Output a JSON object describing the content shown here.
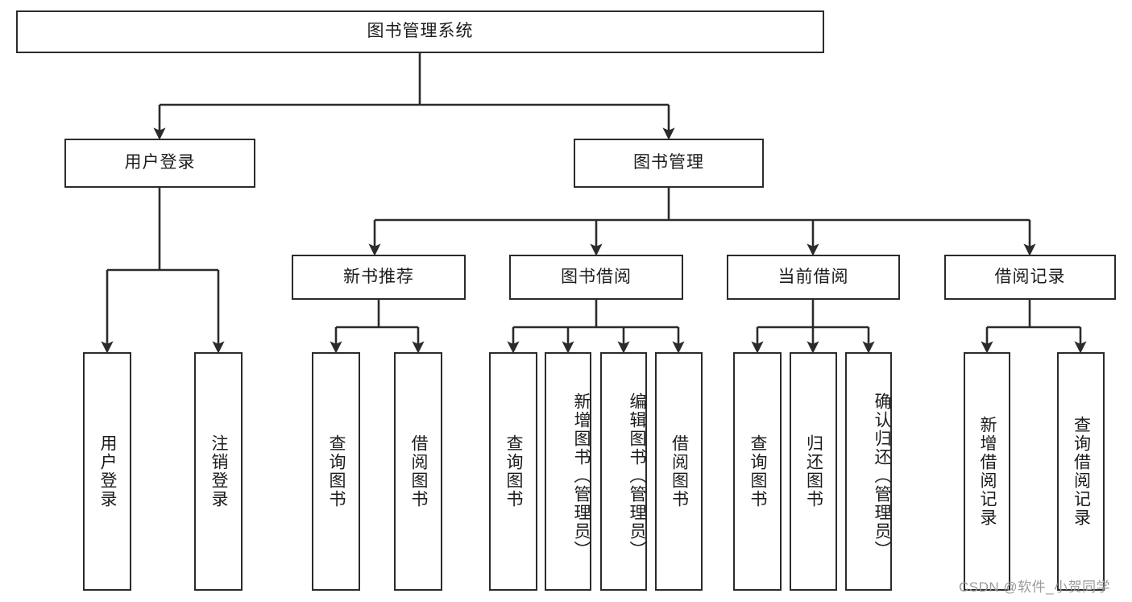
{
  "diagram": {
    "title": "图书管理系统",
    "type": "tree",
    "root": {
      "label": "图书管理系统"
    },
    "level1": [
      {
        "label": "用户登录"
      },
      {
        "label": "图书管理"
      }
    ],
    "level2": [
      {
        "label": "新书推荐",
        "parent": "图书管理"
      },
      {
        "label": "图书借阅",
        "parent": "图书管理"
      },
      {
        "label": "当前借阅",
        "parent": "图书管理"
      },
      {
        "label": "借阅记录",
        "parent": "图书管理"
      }
    ],
    "leaves": {
      "user_login": [
        {
          "label": "用户登录"
        },
        {
          "label": "注销登录"
        }
      ],
      "new_book_recommend": [
        {
          "label": "查询图书"
        },
        {
          "label": "借阅图书"
        }
      ],
      "book_borrow": [
        {
          "label": "查询图书"
        },
        {
          "label": "新增图书（管理员）"
        },
        {
          "label": "编辑图书（管理员）"
        },
        {
          "label": "借阅图书"
        }
      ],
      "current_borrow": [
        {
          "label": "查询图书"
        },
        {
          "label": "归还图书"
        },
        {
          "label": "确认归还（管理员）"
        }
      ],
      "borrow_record": [
        {
          "label": "新增借阅记录"
        },
        {
          "label": "查询借阅记录"
        }
      ]
    }
  },
  "watermark": {
    "text": "CSDN @软件_小贺同学"
  },
  "colors": {
    "stroke": "#2b2b2b",
    "background": "#ffffff",
    "text": "#1c1c1c",
    "watermark": "#9a9a9a"
  }
}
